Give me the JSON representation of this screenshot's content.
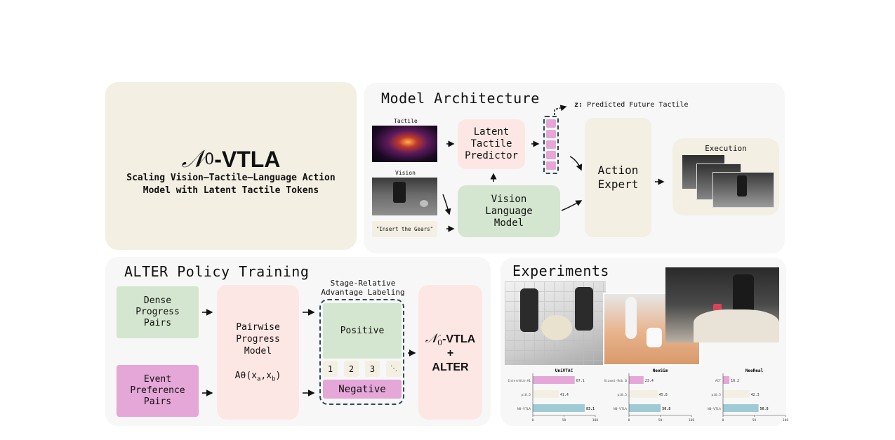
{
  "header": {
    "symbol": "𝒩",
    "subscript": "0",
    "name": "-VTLA",
    "subtitle_line1": "Scaling Vision–Tactile–Language Action",
    "subtitle_line2": "Model with Latent Tactile Tokens"
  },
  "architecture": {
    "title": "Model Architecture",
    "tactile_label": "Tactile",
    "vision_label": "Vision",
    "instruction": "\"Insert the Gears\"",
    "latent_predictor": [
      "Latent",
      "Tactile",
      "Predictor"
    ],
    "vlm": [
      "Vision",
      "Language",
      "Model"
    ],
    "z_prefix": "z:",
    "z_label": "Predicted Future Tactile",
    "action_expert": [
      "Action",
      "Expert"
    ],
    "execution_label": "Execution"
  },
  "alter": {
    "title": "ALTER Policy Training",
    "dense": [
      "Dense",
      "Progress",
      "Pairs"
    ],
    "event": [
      "Event",
      "Preference",
      "Pairs"
    ],
    "pairwise": [
      "Pairwise",
      "Progress",
      "Model"
    ],
    "formula": "Aθ(x",
    "formula_a": "a",
    "formula_mid": ",x",
    "formula_b": "b",
    "formula_end": ")",
    "stage_title": [
      "Stage-Relative",
      "Advantage Labeling"
    ],
    "positive": "Positive",
    "negative": "Negative",
    "stages": [
      "1",
      "2",
      "3",
      "⋱"
    ],
    "result_symbol": "𝒩",
    "result_sub": "0",
    "result_name": "-VTLA",
    "result_plus": "+",
    "result_alter": "ALTER"
  },
  "experiments": {
    "title": "Experiments"
  },
  "colors": {
    "green": "#d4e6cf",
    "pink": "#fde7e4",
    "beige": "#f4efe3",
    "purple": "#e5a6d8",
    "bar_pink": "#e5a6d8",
    "bar_beige": "#f4efe3",
    "bar_blue": "#9ecbd6"
  },
  "chart_data": [
    {
      "type": "bar",
      "orientation": "horizontal",
      "title": "UniVTAC",
      "categories": [
        "InternVLA-A1",
        "pi0.5",
        "N0-VTLA"
      ],
      "values": [
        67.1,
        41.4,
        83.1
      ],
      "xlim": [
        0,
        100
      ],
      "xticks": [
        "0",
        "50",
        "100"
      ]
    },
    {
      "type": "bar",
      "orientation": "horizontal",
      "title": "NeoSim",
      "categories": [
        "Xiaomi-Rob 0",
        "pi0.5",
        "N0-VTLA"
      ],
      "values": [
        23.4,
        45.8,
        50.8
      ],
      "xlim": [
        0,
        100
      ],
      "xticks": [
        "0",
        "50",
        "100"
      ]
    },
    {
      "type": "bar",
      "orientation": "horizontal",
      "title": "NeoReal",
      "categories": [
        "ACT",
        "pi0.5",
        "N0-VTLA"
      ],
      "values": [
        10.2,
        42.3,
        56.8
      ],
      "xlim": [
        0,
        100
      ],
      "xticks": [
        "0",
        "50",
        "100"
      ]
    }
  ]
}
